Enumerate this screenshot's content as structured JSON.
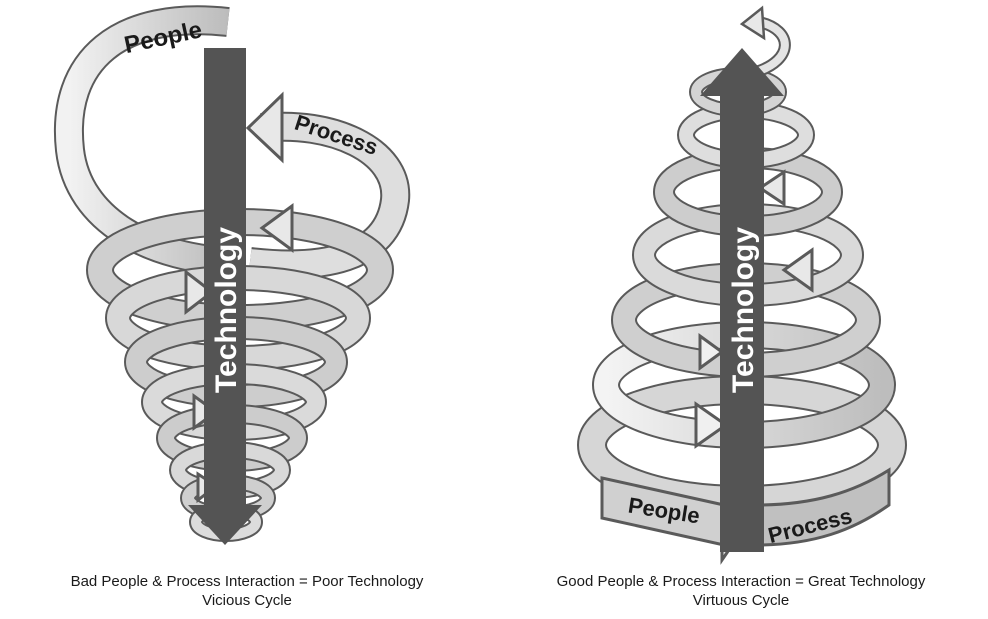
{
  "diagrams": [
    {
      "id": "vicious",
      "labels": {
        "people": "People",
        "process": "Process",
        "technology": "Technology"
      },
      "caption_line1": "Bad People & Process Interaction = Poor Technology",
      "caption_line2": "Vicious Cycle"
    },
    {
      "id": "virtuous",
      "labels": {
        "people": "People",
        "process": "Process",
        "technology": "Technology"
      },
      "caption_line1": "Good People & Process Interaction = Great Technology",
      "caption_line2": "Virtuous Cycle"
    }
  ],
  "colors": {
    "technology_shaft": "#545454",
    "ribbon_fill": "#c9c9c9",
    "ribbon_light": "#e6e6e6",
    "ribbon_stroke": "#5a5a5a",
    "text": "#1a1a1a"
  }
}
